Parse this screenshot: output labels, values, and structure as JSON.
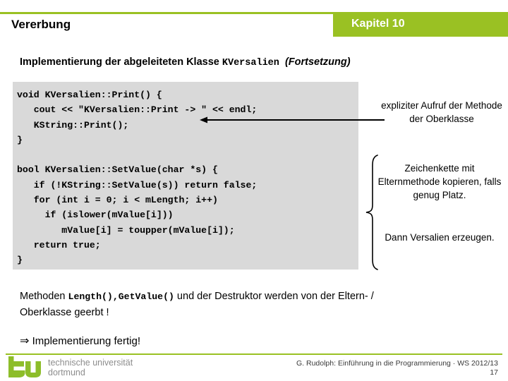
{
  "header": {
    "title": "Vererbung",
    "chapter": "Kapitel 10",
    "accent_color": "#9ac123"
  },
  "subtitle": {
    "lead": "Implementierung der abgeleiteten Klasse ",
    "class_name": "KVersalien",
    "suffix": "(Fortsetzung)"
  },
  "code_block": {
    "background_color": "#d9d9d9",
    "text": "void KVersalien::Print() {\n   cout << \"KVersalien::Print -> \" << endl;\n   KString::Print();\n}\n\nbool KVersalien::SetValue(char *s) {\n   if (!KString::SetValue(s)) return false;\n   for (int i = 0; i < mLength; i++)\n     if (islower(mValue[i]))\n        mValue[i] = toupper(mValue[i]);\n   return true;\n}"
  },
  "annotations": {
    "explicit_call": "expliziter Aufruf der Methode der Oberklasse",
    "copy_string": "Zeichenkette mit Elternmethode kopieren, falls genug Platz.",
    "generate": "Dann Versalien erzeugen."
  },
  "notes": {
    "inherit_lead": "Methoden ",
    "inherit_method_1": "Length()",
    "inherit_separator": ",",
    "inherit_method_2": "GetValue()",
    "inherit_tail": " und der Destruktor werden von der Eltern- / Oberklasse geerbt !",
    "done_arrow": "⇒",
    "done_text": "Implementierung fertig!"
  },
  "footer": {
    "logo_mark": "tu",
    "logo_line1": "technische universität",
    "logo_line2": "dortmund",
    "credit": "G. Rudolph: Einführung in die Programmierung · WS 2012/13",
    "page_number": "17"
  }
}
